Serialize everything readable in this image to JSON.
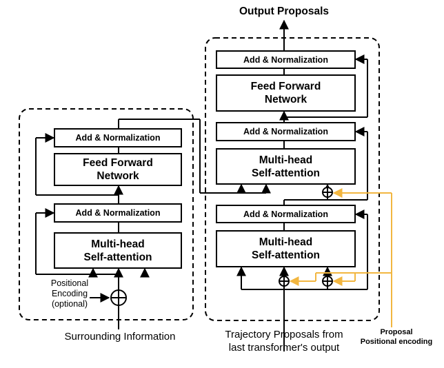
{
  "output_label": "Output Proposals",
  "encoder": {
    "add_norm_top": "Add & Normalization",
    "ffn": "Feed Forward\nNetwork",
    "add_norm_bottom": "Add & Normalization",
    "mha": "Multi-head\nSelf-attention",
    "pos_enc_label": "Positional\nEncoding\n(optional)",
    "input_label": "Surrounding Information"
  },
  "decoder": {
    "add_norm_top": "Add & Normalization",
    "ffn": "Feed Forward\nNetwork",
    "add_norm_mid": "Add & Normalization",
    "cross_attention": "Multi-head\nSelf-attention",
    "add_norm_bottom": "Add & Normalization",
    "self_attention": "Multi-head\nSelf-attention",
    "input_label": "Trajectory Proposals from\nlast transformer's output"
  },
  "proposal_encoding_label": "Proposal\nPositional encoding",
  "colors": {
    "line": "#000000",
    "proposal_encoding": "#f2b640",
    "box_fill": "#ffffff"
  }
}
